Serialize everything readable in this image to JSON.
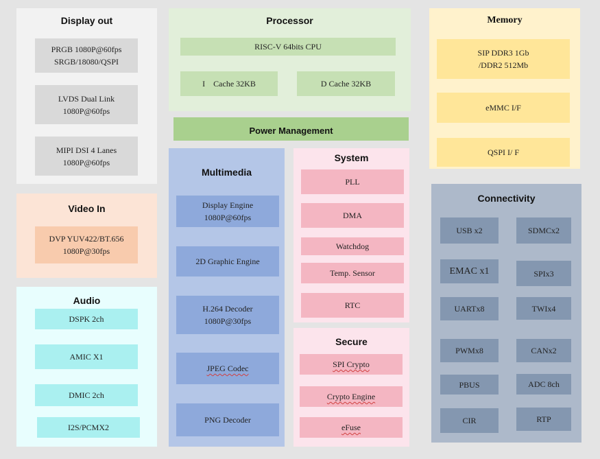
{
  "display_out": {
    "title": "Display out",
    "blocks": [
      "PRGB 1080P@60fps\nSRGB/18080/QSPI",
      "LVDS Dual Link\n1080P@60fps",
      "MIPI DSI 4 Lanes\n1080P@60fps"
    ]
  },
  "processor": {
    "title": "Processor",
    "cpu": "RISC-V 64bits CPU",
    "icache": "I    Cache 32KB",
    "dcache": "D Cache 32KB"
  },
  "power_management": {
    "title": "Power Management"
  },
  "memory": {
    "title": "Memory",
    "blocks": [
      "SIP DDR3 1Gb\n/DDR2 512Mb",
      "eMMC I/F",
      "QSPI I/ F"
    ]
  },
  "video_in": {
    "title": "Video In",
    "blocks": [
      "DVP YUV422/BT.656\n1080P@30fps"
    ]
  },
  "multimedia": {
    "title": "Multimedia",
    "blocks": [
      "Display Engine\n1080P@60fps",
      "2D Graphic Engine",
      "H.264 Decoder\n1080P@30fps",
      "JPEG Codec",
      "PNG Decoder"
    ]
  },
  "system": {
    "title": "System",
    "blocks": [
      "PLL",
      "DMA",
      "Watchdog",
      "Temp. Sensor",
      "RTC"
    ]
  },
  "secure": {
    "title": "Secure",
    "blocks": [
      "SPI Crypto",
      "Crypto Engine",
      "eFuse"
    ]
  },
  "audio": {
    "title": "Audio",
    "blocks": [
      "DSPK 2ch",
      "AMIC X1",
      "DMIC 2ch",
      "I2S/PCMX2"
    ]
  },
  "connectivity": {
    "title": "Connectivity",
    "blocks": [
      "USB x2",
      "SDMCx2",
      "EMAC x1",
      "SPIx3",
      "UARTx8",
      "TWIx4",
      "PWMx8",
      "CANx2",
      "PBUS",
      "ADC 8ch",
      "CIR",
      "RTP"
    ]
  },
  "colors": {
    "background": "#e4e4e4",
    "display_out_panel": "#f2f2f2",
    "display_out_block": "#d9d9d9",
    "processor_panel": "#e2efda",
    "processor_block": "#c6e0b4",
    "power_bar": "#a9d08e",
    "memory_panel": "#fff2cc",
    "memory_block": "#ffe699",
    "video_in_panel": "#fce4d6",
    "video_in_block": "#f8cbad",
    "multimedia_panel": "#b4c6e7",
    "multimedia_block": "#8ea9db",
    "system_panel": "#fce4ec",
    "system_block": "#f4b6c2",
    "audio_panel": "#e8fefe",
    "audio_block": "#aaf0f0",
    "connectivity_panel": "#adb9ca",
    "connectivity_block": "#8497b0"
  }
}
